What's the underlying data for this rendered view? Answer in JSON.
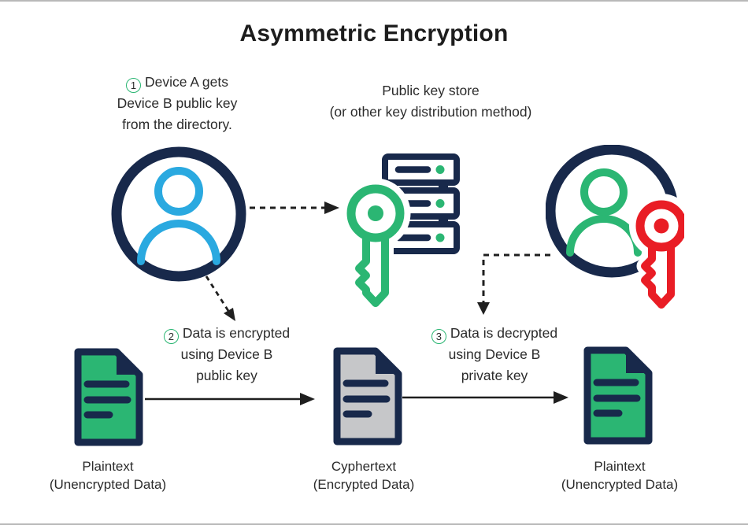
{
  "colors": {
    "navy": "#18294B",
    "blue": "#2AA9E0",
    "green": "#2BB673",
    "red": "#E91D25",
    "doc_gray": "#C6C7C9",
    "text": "#2B2B2B",
    "title_text": "#1D1D1D",
    "arrow": "#1F1F1F",
    "page_border": "#B9B9B9"
  },
  "title": "Asymmetric Encryption",
  "key_store_caption": {
    "line1": "Public key store",
    "line2": "(or other key distribution method)"
  },
  "steps": [
    {
      "num": "1",
      "line1": "Device A gets",
      "line2": "Device B public key",
      "line3": "from the directory."
    },
    {
      "num": "2",
      "line1": "Data is encrypted",
      "line2": "using Device B",
      "line3": "public key"
    },
    {
      "num": "3",
      "line1": "Data is decrypted",
      "line2": "using Device B",
      "line3": "private key"
    }
  ],
  "documents": [
    {
      "name": "Plaintext",
      "sub": "(Unencrypted Data)"
    },
    {
      "name": "Cyphertext",
      "sub": "(Encrypted Data)"
    },
    {
      "name": "Plaintext",
      "sub": "(Unencrypted Data)"
    }
  ],
  "icons": {
    "device_a": "user-circle-icon",
    "key_store": "server-stack-with-key-icon",
    "device_b": "user-circle-with-key-icon",
    "public_key": "green-key-icon",
    "private_key": "red-key-icon",
    "document": "document-icon"
  }
}
